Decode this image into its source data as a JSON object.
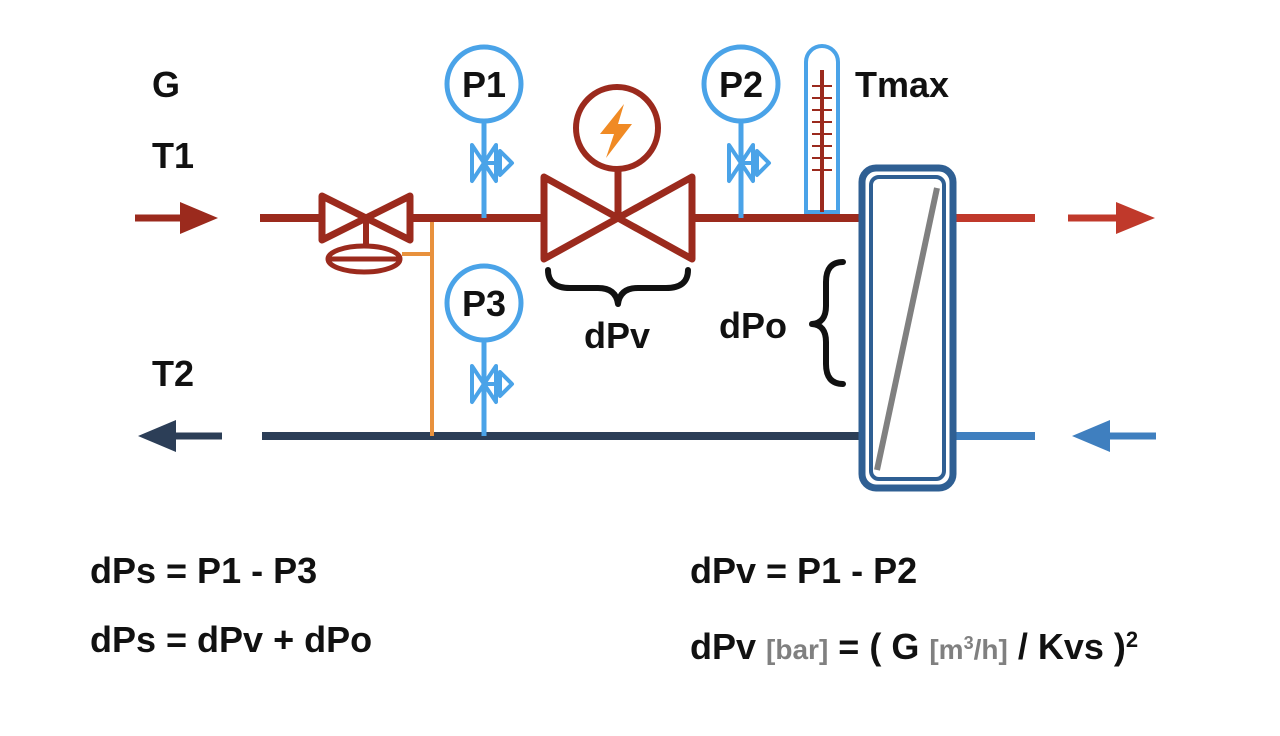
{
  "labels": {
    "g": "G",
    "t1": "T1",
    "t2": "T2",
    "p1": "P1",
    "p2": "P2",
    "p3": "P3",
    "tmax": "Tmax",
    "dpv": "dPv",
    "dpo": "dPo"
  },
  "formulas": {
    "f1": "dPs = P1 - P3",
    "f2": "dPs = dPv + dPo",
    "f3": "dPv = P1 - P2",
    "f4": {
      "lhs": "dPv",
      "lhs_unit": "[bar]",
      "eq_open": "= ( G",
      "g_unit_pre": "[m",
      "g_unit_sup": "3",
      "g_unit_post": "/h]",
      "rest": "/ Kvs )",
      "exp": "2"
    }
  },
  "colors": {
    "supply": "#9b2a1d",
    "supply_out": "#c0392b",
    "return": "#2c3e57",
    "return_in": "#3f7fbf",
    "gauge": "#4aa3e8",
    "exchanger": "#2f5f93",
    "exchanger_plate": "#808080",
    "impulse_line": "#e8913d",
    "actuator_bolt": "#f08a24"
  },
  "icons": [
    "flow-arrow-icon",
    "pressure-gauge-icon",
    "valve-icon",
    "control-valve-icon",
    "thermometer-icon",
    "heat-exchanger-icon",
    "brace-icon"
  ]
}
